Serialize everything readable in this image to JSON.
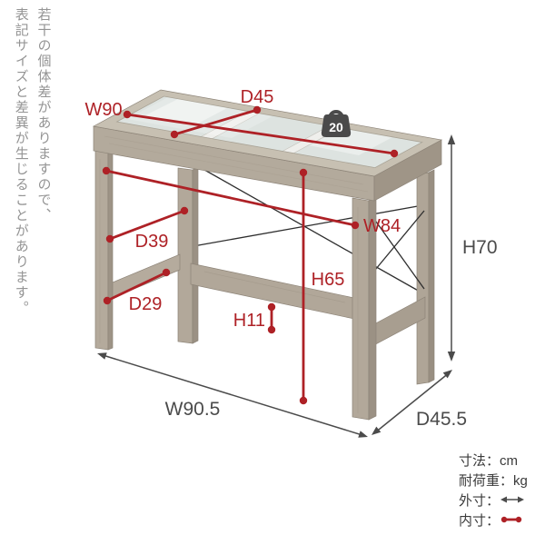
{
  "disclaimer": {
    "line1": "若干の個体差がありますので、",
    "line2": "表記サイズと差異が生じることがあります。"
  },
  "weight_badge": {
    "value": "20"
  },
  "measurements": {
    "inner": {
      "w90": "W90",
      "d45": "D45",
      "w84": "W84",
      "d39": "D39",
      "d29": "D29",
      "h65": "H65",
      "h11": "H11"
    },
    "outer": {
      "h70": "H70",
      "w905": "W90.5",
      "d455": "D45.5"
    }
  },
  "legend": {
    "size_unit": "寸法：cm",
    "load_unit": "耐荷重：kg",
    "outer_label": "外寸：",
    "inner_label": "内寸："
  },
  "colors": {
    "inner_dimension_red": "#ae2126",
    "outer_dimension_gray": "#4b4b4b",
    "badge_gray": "#4a4a4a"
  }
}
